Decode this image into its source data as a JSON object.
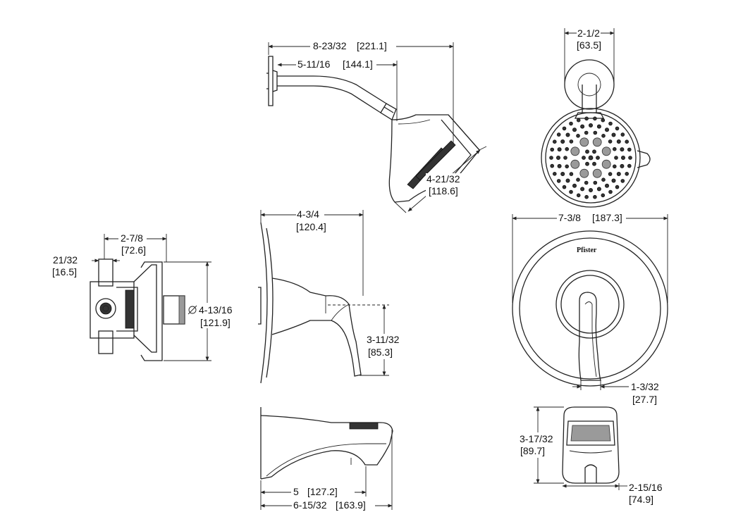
{
  "brand": "Pfister",
  "dimensions": {
    "head_overall": "8-23/32",
    "head_overall_mm": "[221.1]",
    "arm_reach": "5-11/16",
    "arm_reach_mm": "[144.1]",
    "head_face_a": "4-21/32",
    "head_face_b": "[118.6]",
    "flange_a": "2-1/2",
    "flange_b": "[63.5]",
    "valve_depth_a": "2-7/8",
    "valve_depth_b": "[72.6]",
    "valve_stub_a": "21/32",
    "valve_stub_b": "[16.5]",
    "trim_dia_a": "4-13/16",
    "trim_dia_b": "[121.9]",
    "handle_proj_a": "4-3/4",
    "handle_proj_b": "[120.4]",
    "handle_drop_a": "3-11/32",
    "handle_drop_b": "[85.3]",
    "plate_width": "7-3/8",
    "plate_width_mm": "[187.3]",
    "lever_tip_a": "1-3/32",
    "lever_tip_b": "[27.7]",
    "spout_reach": "5",
    "spout_reach_mm": "[127.2]",
    "spout_total": "6-15/32",
    "spout_total_mm": "[163.9]",
    "spout_height_a": "3-17/32",
    "spout_height_b": "[89.7]",
    "spout_width_a": "2-15/16",
    "spout_width_b": "[74.9]"
  }
}
